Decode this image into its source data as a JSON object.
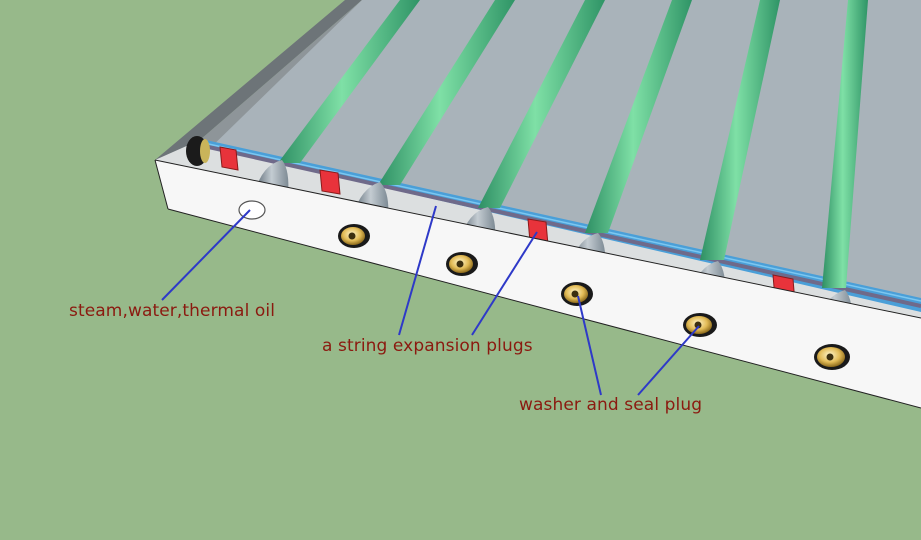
{
  "labels": {
    "steam": "steam,water,thermal oil",
    "string": "a string expansion plugs",
    "washer": "washer and seal plug"
  },
  "colors": {
    "background": "#97b98a",
    "header_face": "#f7f7f7",
    "plate": "#a7b1b8",
    "tube": "#4ec089",
    "channel": "#4a9fd8",
    "plug": "#e8333b",
    "washer": "#d9b04a",
    "leader_line": "#2e39c8",
    "label_text": "#8b1a10"
  }
}
